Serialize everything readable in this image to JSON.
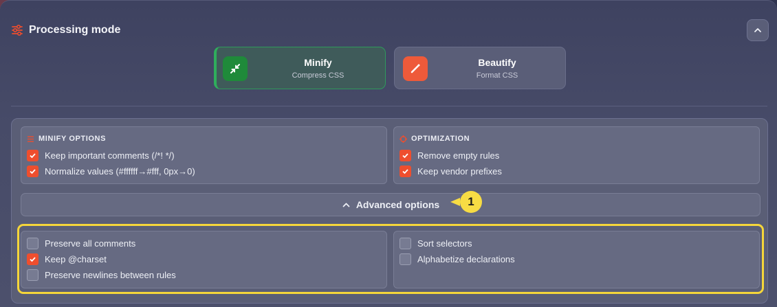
{
  "header": {
    "title": "Processing mode",
    "icon": "sliders-icon"
  },
  "collapse_button": {
    "icon": "chevron-up-icon"
  },
  "modes": [
    {
      "label": "Minify",
      "sub": "Compress CSS",
      "icon": "compress-icon",
      "selected": true,
      "color": "#1f8a3a"
    },
    {
      "label": "Beautify",
      "sub": "Format CSS",
      "icon": "brush-icon",
      "selected": false,
      "color": "#ee5a3a"
    }
  ],
  "minify_options": {
    "title": "MINIFY OPTIONS",
    "items": [
      {
        "label": "Keep important comments (/*! */)",
        "checked": true
      },
      {
        "label": "Normalize values (#ffffff→#fff, 0px→0)",
        "checked": true
      }
    ]
  },
  "optimization": {
    "title": "OPTIMIZATION",
    "items": [
      {
        "label": "Remove empty rules",
        "checked": true
      },
      {
        "label": "Keep vendor prefixes",
        "checked": true
      }
    ]
  },
  "advanced": {
    "label": "Advanced options",
    "left_items": [
      {
        "label": "Preserve all comments",
        "checked": false
      },
      {
        "label": "Keep @charset",
        "checked": true
      },
      {
        "label": "Preserve newlines between rules",
        "checked": false
      }
    ],
    "right_items": [
      {
        "label": "Sort selectors",
        "checked": false
      },
      {
        "label": "Alphabetize declarations",
        "checked": false
      }
    ]
  },
  "annotation": {
    "number": "1",
    "color": "#f7dc44"
  },
  "colors": {
    "accent": "#ee4e2e",
    "success": "#2fae5c",
    "highlight": "#f5d63a"
  }
}
